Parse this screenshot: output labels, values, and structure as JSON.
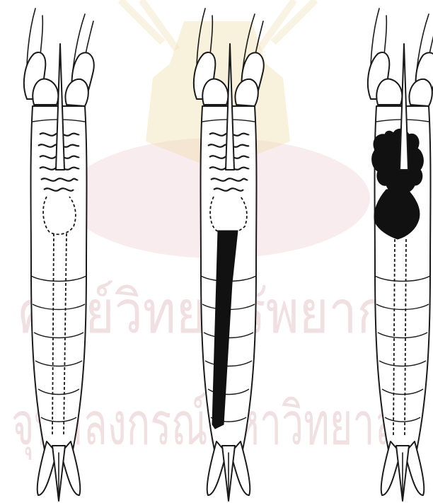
{
  "watermark": {
    "line1": "ศูนย์วิทยทรัพยากร",
    "line2": "จุฬาลงกรณ์มหาวิทยาลัย",
    "colors": {
      "text": "#e7c7cc",
      "seal": "#f0dfb0",
      "disc": "#f3dde0"
    }
  },
  "figures": [
    {
      "gut_fill": "none"
    },
    {
      "gut_fill": "hindgut"
    },
    {
      "gut_fill": "foregut-and-midgut"
    }
  ],
  "colors": {
    "ink": "#111111",
    "outline": "#1a1a1a",
    "paper": "#ffffff"
  }
}
